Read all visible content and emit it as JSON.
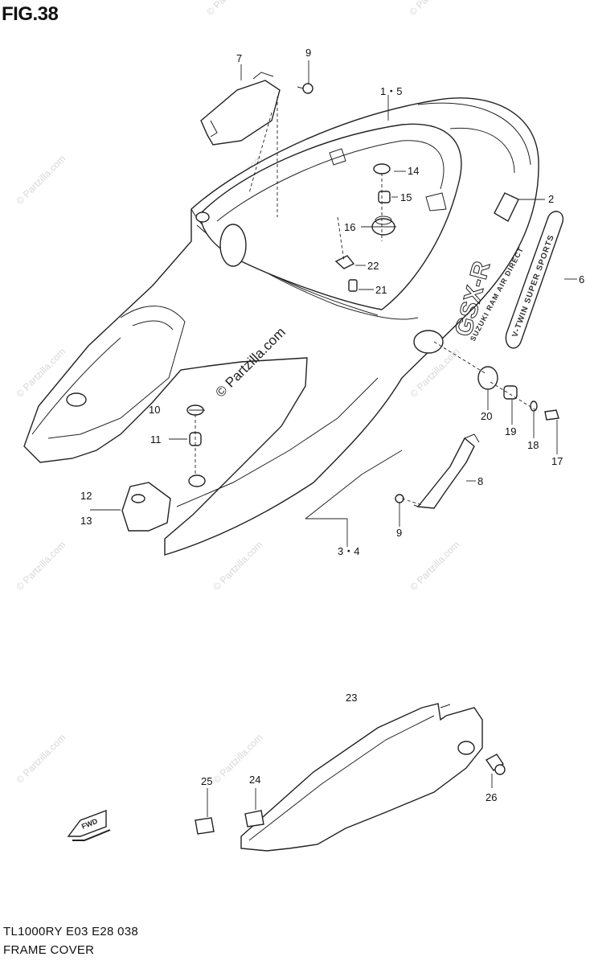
{
  "figure_title": "FIG.38",
  "watermark": {
    "small": "© Partzilla.com",
    "center": "© Partzilla.com"
  },
  "decal_text": {
    "gsxr": "GSX-R",
    "ram_air": "SUZUKI RAM AIR DIRECT",
    "vtwin": "V-TWIN SUPER SPORTS"
  },
  "fwd_arrow": "FWD",
  "callouts": {
    "c1_5": "1・5",
    "c2": "2",
    "c3_4": "3・4",
    "c6": "6",
    "c7": "7",
    "c8": "8",
    "c9a": "9",
    "c9b": "9",
    "c10": "10",
    "c11": "11",
    "c12": "12",
    "c13": "13",
    "c14": "14",
    "c15": "15",
    "c16": "16",
    "c17": "17",
    "c18": "18",
    "c19": "19",
    "c20": "20",
    "c21": "21",
    "c22": "22",
    "c23": "23",
    "c24": "24",
    "c25": "25",
    "c26": "26"
  },
  "footer": {
    "code": "TL1000RY E03 E28  038",
    "description": "FRAME COVER"
  }
}
